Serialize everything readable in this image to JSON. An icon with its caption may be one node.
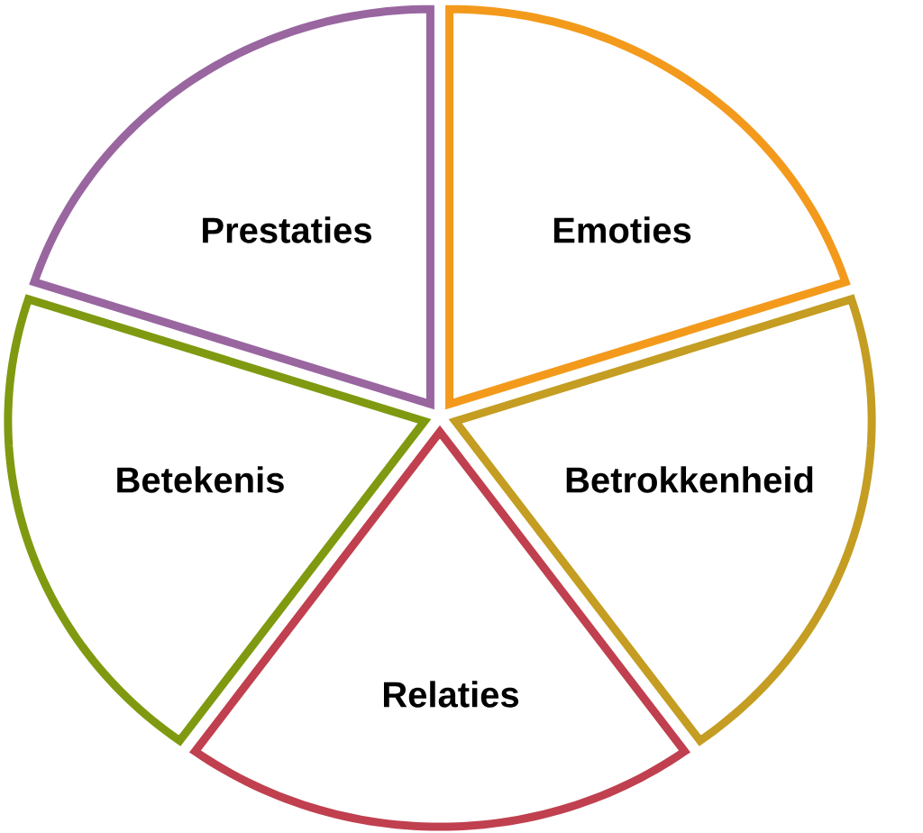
{
  "diagram": {
    "nodes": [
      {
        "text": [
          "Prestaties"
        ]
      },
      {
        "text": [
          "Emoties"
        ]
      },
      {
        "text": [
          "Betekenis"
        ]
      },
      {
        "text": [
          "Betrokkenheid"
        ]
      },
      {
        "text": [
          "Relaties"
        ]
      }
    ]
  }
}
